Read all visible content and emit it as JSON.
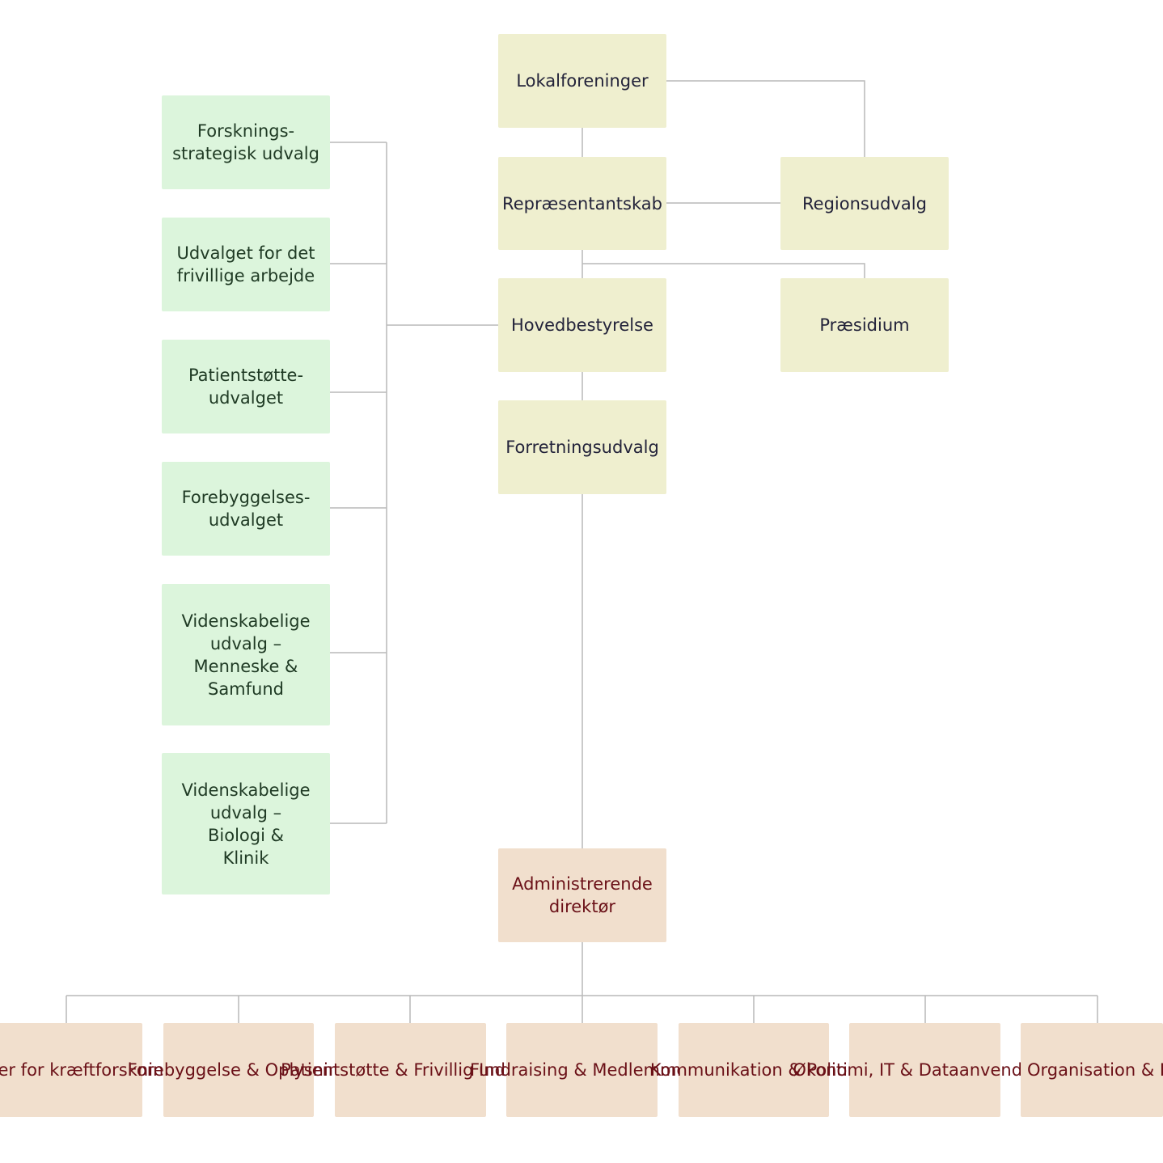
{
  "colors": {
    "governance_fill": "#efefcf",
    "governance_text": "#23233a",
    "committee_fill": "#dcf5dc",
    "committee_text": "#1f3a24",
    "administration_fill": "#f1dfcd",
    "administration_text": "#6a1017",
    "connector_line": "#b9b9b9"
  },
  "governance": {
    "lokalforeninger": "Lokalforeninger",
    "repraesentantskab": "Repræsentantskab",
    "regionsudvalg": "Regionsudvalg",
    "hovedbestyrelse": "Hovedbestyrelse",
    "praesidium": "Præsidium",
    "forretningsudvalg": "Forretningsudvalg"
  },
  "committees": [
    {
      "label": "Forsknings-\nstrategisk udvalg"
    },
    {
      "label": "Udvalget for det\nfrivillige arbejde"
    },
    {
      "label": "Patientstøtte-\nudvalget"
    },
    {
      "label": "Forebyggelses-\nudvalget"
    },
    {
      "label": "Videnskabelige\nudvalg –\nMenneske &\nSamfund"
    },
    {
      "label": "Videnskabelige\nudvalg –\nBiologi &\nKlinik"
    }
  ],
  "administration": {
    "director": "Administrerende\ndirektør",
    "departments": [
      {
        "label": "Center for\nkræftforskning"
      },
      {
        "label": "Forebyggelse\n& Oplysning"
      },
      {
        "label": "Patientstøtte &\nFrivillig Indsats"
      },
      {
        "label": "Fundraising\n& Medlemmer"
      },
      {
        "label": "Kommunikation\n& Politik"
      },
      {
        "label": "Økonomi, IT &\nDataanvendelse"
      },
      {
        "label": "Organisation &\nBæredygtighed"
      }
    ]
  }
}
